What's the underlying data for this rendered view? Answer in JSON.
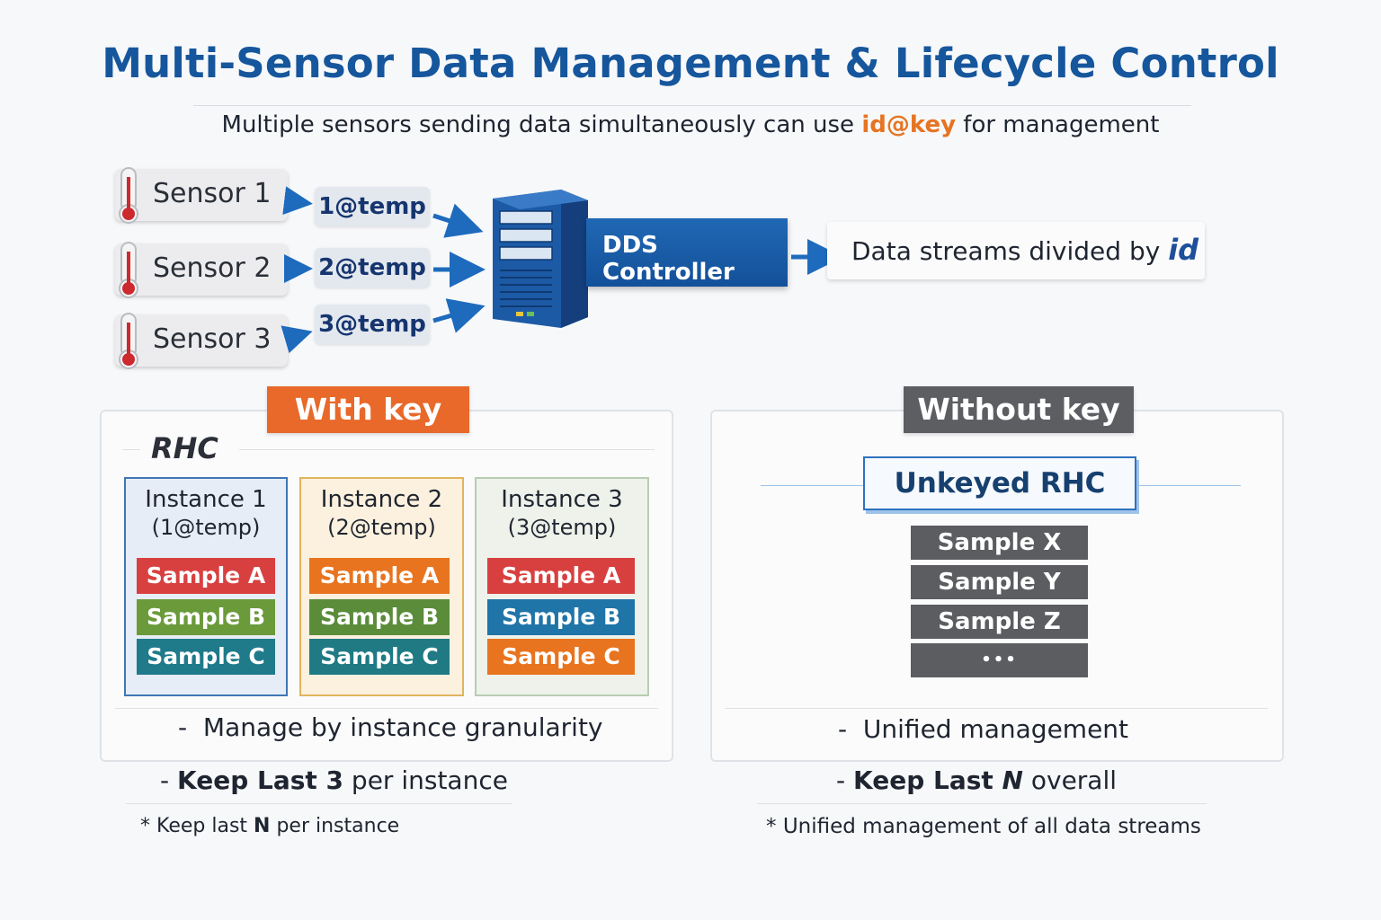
{
  "title": "Multi-Sensor Data Management & Lifecycle Control",
  "subtitle": {
    "prefix": "Multiple sensors sending data simultaneously can use ",
    "highlight": "id@key",
    "suffix": " for management"
  },
  "sensors": [
    {
      "label": "Sensor 1",
      "tag": "1@temp"
    },
    {
      "label": "Sensor 2",
      "tag": "2@temp"
    },
    {
      "label": "Sensor 3",
      "tag": "3@temp"
    }
  ],
  "controller": {
    "label": "DDS Controller"
  },
  "output": {
    "prefix": "Data streams divided by ",
    "emphasis": "id"
  },
  "with_key": {
    "tag": "With key",
    "tag_color": "#e8692a",
    "rhc_label": "RHC",
    "instances": [
      {
        "title": "Instance 1",
        "sub": "(1@temp)",
        "samples": [
          {
            "label": "Sample A",
            "color": "#d8403f"
          },
          {
            "label": "Sample B",
            "color": "#6b9a3a"
          },
          {
            "label": "Sample C",
            "color": "#1f7a8a"
          }
        ]
      },
      {
        "title": "Instance 2",
        "sub": "(2@temp)",
        "samples": [
          {
            "label": "Sample A",
            "color": "#e8741f"
          },
          {
            "label": "Sample B",
            "color": "#5a8c3a"
          },
          {
            "label": "Sample C",
            "color": "#1f7a84"
          }
        ]
      },
      {
        "title": "Instance 3",
        "sub": "(3@temp)",
        "samples": [
          {
            "label": "Sample A",
            "color": "#d8403f"
          },
          {
            "label": "Sample B",
            "color": "#1f74a8"
          },
          {
            "label": "Sample C",
            "color": "#e8741f"
          }
        ]
      }
    ],
    "note": "Manage by instance granularity",
    "keep_bold": "Keep Last 3",
    "keep_rest": " per instance",
    "footnote_prefix": "Keep last ",
    "footnote_bold": "N",
    "footnote_suffix": " per instance"
  },
  "without_key": {
    "tag": "Without key",
    "tag_color": "#5c5e62",
    "unkeyed_label": "Unkeyed RHC",
    "samples": [
      "Sample X",
      "Sample Y",
      "Sample Z",
      "•••"
    ],
    "note": "Unified management",
    "keep_bold": "Keep Last ",
    "keep_bold_italic": "N",
    "keep_rest": " overall",
    "footnote": "Unified management of all data streams"
  },
  "colors": {
    "title": "#16569c",
    "highlight": "#e67422",
    "controller": "#1a5aa5",
    "arrow": "#1e6bbd"
  }
}
